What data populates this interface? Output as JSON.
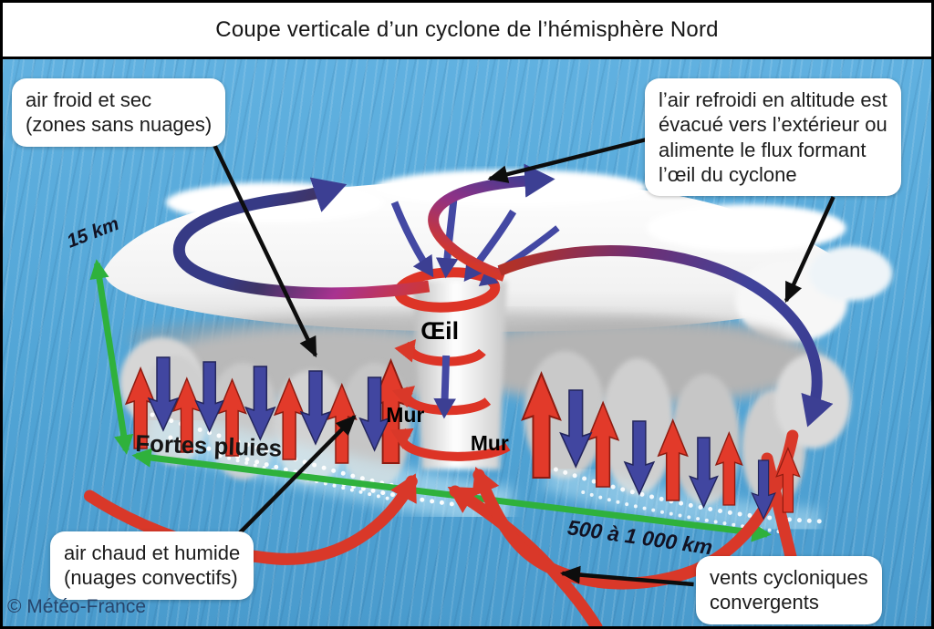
{
  "title": "Coupe verticale d’un cyclone de l’hémisphère Nord",
  "copyright": "© Météo-France",
  "callouts": {
    "cold_dry_air": "air froid et sec\n(zones sans nuages)",
    "outflow": "l’air refroidi en altitude est\névacué vers l’extérieur ou\nalimente le flux formant\nl’œil du cyclone",
    "warm_humid_air": "air chaud et humide\n(nuages convectifs)",
    "convergent_winds": "vents cycloniques\nconvergents"
  },
  "diagram_labels": {
    "eye": "Œil",
    "wall_left": "Mur",
    "wall_right": "Mur",
    "heavy_rain": "Fortes pluies"
  },
  "axes": {
    "vertical": "15 km",
    "horizontal": "500 à 1 000 km"
  },
  "colors": {
    "ocean": "#55a7d7",
    "axis_green": "#2fb13c",
    "warm_red": "#d93829",
    "cold_blue": "#4146a0",
    "outflow_purple": "#a83390",
    "cloud_white": "#ffffff",
    "label_bg": "#ffffff",
    "text_dark": "#1c1c1c"
  }
}
